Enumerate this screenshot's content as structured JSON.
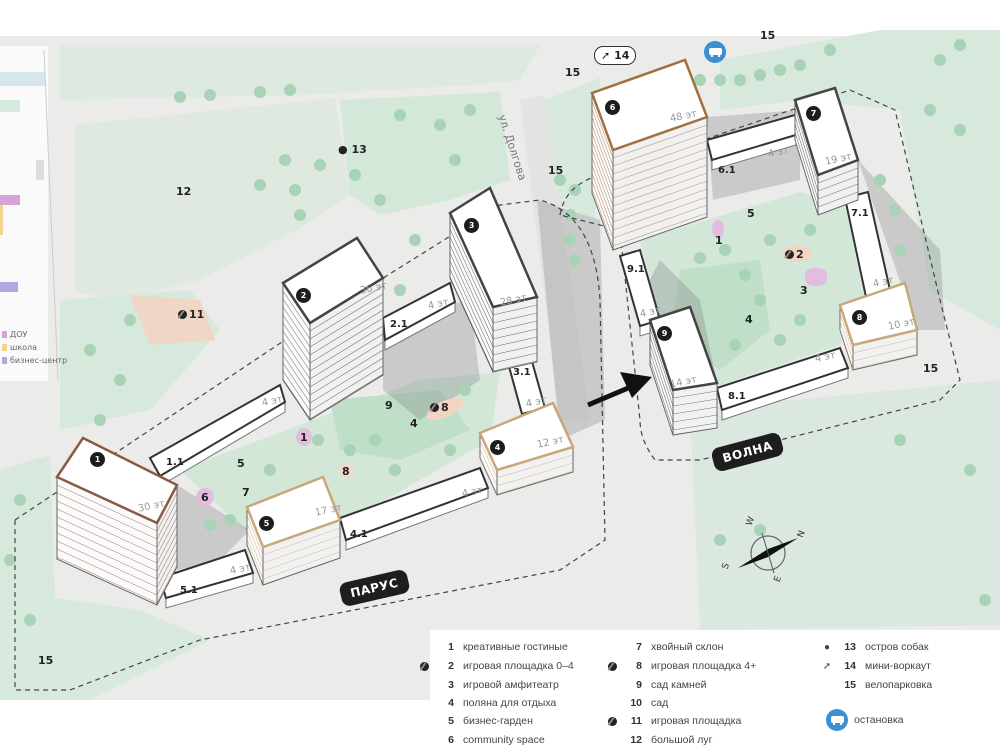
{
  "complexes": {
    "parus": "ПАРУС",
    "volna": "ВОЛНА"
  },
  "street": "ул. Долгова",
  "buildings": [
    {
      "num": "1",
      "floors": "30 эт"
    },
    {
      "num": "2",
      "floors": "36 эт"
    },
    {
      "num": "3",
      "floors": "28 эт"
    },
    {
      "num": "4",
      "floors": "12 эт"
    },
    {
      "num": "5",
      "floors": "17 эт"
    },
    {
      "num": "6",
      "floors": "48 эт"
    },
    {
      "num": "7",
      "floors": "19 эт"
    },
    {
      "num": "8",
      "floors": "10 эт"
    },
    {
      "num": "9",
      "floors": "14 эт"
    }
  ],
  "connectors": [
    {
      "num": "1.1",
      "floors": "4 эт"
    },
    {
      "num": "2.1",
      "floors": "4 эт"
    },
    {
      "num": "3.1",
      "floors": "4 эт"
    },
    {
      "num": "4.1",
      "floors": "4 эт"
    },
    {
      "num": "5.1",
      "floors": "4 эт"
    },
    {
      "num": "6.1",
      "floors": "4 эт"
    },
    {
      "num": "7.1",
      "floors": "4 эт"
    },
    {
      "num": "8.1",
      "floors": "4 эт"
    },
    {
      "num": "9.1",
      "floors": "4 эт"
    }
  ],
  "markers": [
    "12",
    "13",
    "11",
    "15",
    "15",
    "15",
    "15",
    "15",
    "14",
    "1",
    "5",
    "7",
    "6",
    "8",
    "9",
    "4",
    "8",
    "1",
    "5",
    "2",
    "3",
    "4"
  ],
  "inset_legend": [
    {
      "label": "ДОУ",
      "color": "#d7a3d6"
    },
    {
      "label": "школа",
      "color": "#f2d48a"
    },
    {
      "label": "бизнес-центр",
      "color": "#b2a8e2"
    }
  ],
  "legend": [
    {
      "num": "1",
      "label": "креативные гостиные",
      "icon": ""
    },
    {
      "num": "2",
      "label": "игровая площадка 0–4",
      "icon": "playground-ball-icon"
    },
    {
      "num": "3",
      "label": "игровой амфитеатр",
      "icon": ""
    },
    {
      "num": "4",
      "label": "поляна для отдыха",
      "icon": ""
    },
    {
      "num": "5",
      "label": "бизнес-гарден",
      "icon": ""
    },
    {
      "num": "6",
      "label": "community space",
      "icon": ""
    },
    {
      "num": "7",
      "label": "хвойный склон",
      "icon": ""
    },
    {
      "num": "8",
      "label": "игровая площадка 4+",
      "icon": "playground-ball-icon"
    },
    {
      "num": "9",
      "label": "сад камней",
      "icon": ""
    },
    {
      "num": "10",
      "label": "сад",
      "icon": ""
    },
    {
      "num": "11",
      "label": "игровая площадка",
      "icon": "playground-ball-icon"
    },
    {
      "num": "12",
      "label": "большой луг",
      "icon": ""
    },
    {
      "num": "13",
      "label": "остров собак",
      "icon": "paw-icon"
    },
    {
      "num": "14",
      "label": "мини-воркаут",
      "icon": "dumbbell-icon"
    },
    {
      "num": "15",
      "label": "велопарковка",
      "icon": ""
    }
  ],
  "bus_stop": {
    "label": "остановка",
    "icon": "bus-icon"
  },
  "compass": {
    "n": "N",
    "s": "S",
    "e": "E",
    "w": "W"
  },
  "colors": {
    "road": "#ebebea",
    "green": "#d6e9dc",
    "tree": "#a9d3b6",
    "bus": "#3c8fd0",
    "badge": "#1d1d1d"
  }
}
